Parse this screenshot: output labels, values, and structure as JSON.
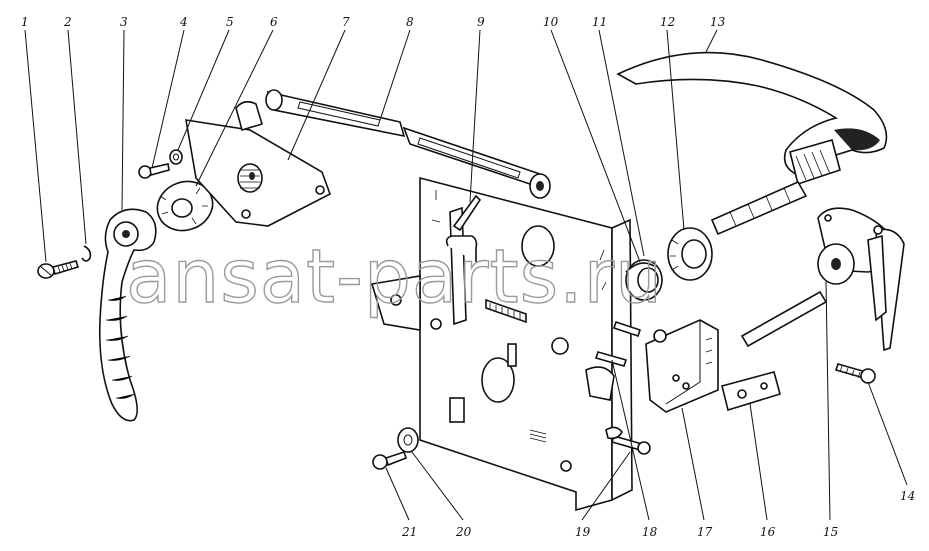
{
  "watermark": "ansat-parts.ru",
  "callouts": [
    {
      "id": "1",
      "label": "1"
    },
    {
      "id": "2",
      "label": "2"
    },
    {
      "id": "3",
      "label": "3"
    },
    {
      "id": "4",
      "label": "4"
    },
    {
      "id": "5",
      "label": "5"
    },
    {
      "id": "6",
      "label": "6"
    },
    {
      "id": "7",
      "label": "7"
    },
    {
      "id": "8",
      "label": "8"
    },
    {
      "id": "9",
      "label": "9"
    },
    {
      "id": "10",
      "label": "10"
    },
    {
      "id": "11",
      "label": "11"
    },
    {
      "id": "12",
      "label": "12"
    },
    {
      "id": "13",
      "label": "13"
    },
    {
      "id": "14",
      "label": "14"
    },
    {
      "id": "15",
      "label": "15"
    },
    {
      "id": "16",
      "label": "16"
    },
    {
      "id": "17",
      "label": "17"
    },
    {
      "id": "18",
      "label": "18"
    },
    {
      "id": "19",
      "label": "19"
    },
    {
      "id": "20",
      "label": "20"
    },
    {
      "id": "21",
      "label": "21"
    }
  ]
}
